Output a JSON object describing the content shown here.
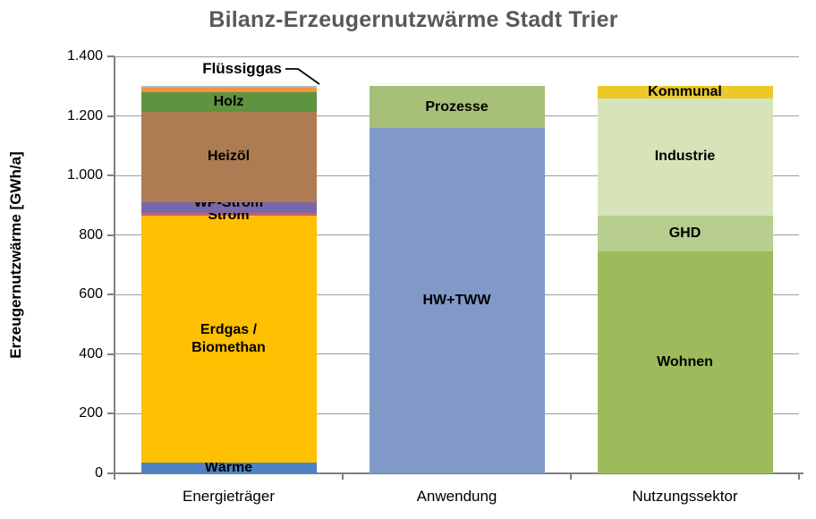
{
  "title": "Bilanz-Erzeugernutzwärme Stadt Trier",
  "chart_data": {
    "type": "bar",
    "stacked": true,
    "title": "Bilanz-Erzeugernutzwärme Stadt Trier",
    "ylabel": "Erzeugernutzwärme [GWh/a]",
    "xlabel": "",
    "unit": "GWh/a",
    "ylim": [
      0,
      1400
    ],
    "ytick_step": 200,
    "ytick_labels": [
      "0",
      "200",
      "400",
      "600",
      "800",
      "1.000",
      "1.200",
      "1.400"
    ],
    "grid": true,
    "legend": "none (segments labeled inline)",
    "title_color": "#595959",
    "categories": [
      "Energieträger",
      "Anwendung",
      "Nutzungssektor"
    ],
    "bars": [
      {
        "category": "Energieträger",
        "total": 1300,
        "segments": [
          {
            "label": "Wärme",
            "value": 35,
            "color": "#4e82c2"
          },
          {
            "label": "Erdgas /\nBiomethan",
            "value": 830,
            "color": "#fec000"
          },
          {
            "label": "Strom",
            "value": 10,
            "color": "#dc5960"
          },
          {
            "label": "WP-Strom",
            "value": 35,
            "color": "#7968a8"
          },
          {
            "label": "Heizöl",
            "value": 305,
            "color": "#ad7c53"
          },
          {
            "label": "Holz",
            "value": 65,
            "color": "#5e9340"
          },
          {
            "label": "Flüssiggas",
            "value": 15,
            "color": "#f0943d",
            "callout": true
          },
          {
            "label": "",
            "value": 5,
            "color": "#b0b9c2"
          }
        ]
      },
      {
        "category": "Anwendung",
        "total": 1300,
        "segments": [
          {
            "label": "HW+TWW",
            "value": 1160,
            "color": "#8099c6"
          },
          {
            "label": "Prozesse",
            "value": 140,
            "color": "#a6c077"
          }
        ]
      },
      {
        "category": "Nutzungssektor",
        "total": 1300,
        "segments": [
          {
            "label": "Wohnen",
            "value": 745,
            "color": "#9cbb5c"
          },
          {
            "label": "GHD",
            "value": 120,
            "color": "#b7cd8d"
          },
          {
            "label": "Industrie",
            "value": 395,
            "color": "#d7e3b9"
          },
          {
            "label": "Kommunal",
            "value": 40,
            "color": "#eac929"
          }
        ]
      }
    ]
  }
}
